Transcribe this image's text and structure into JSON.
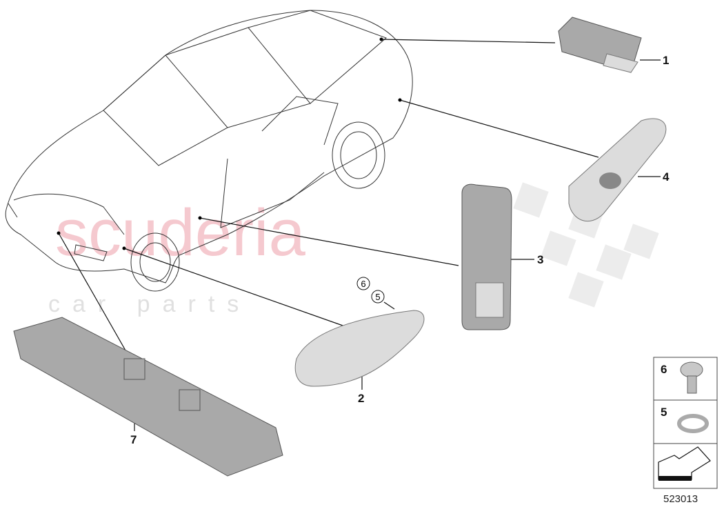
{
  "watermark": {
    "brand": "scuderia",
    "sub": "car parts"
  },
  "callouts": [
    {
      "number": "1",
      "part": "licence-plate-light"
    },
    {
      "number": "2",
      "part": "side-marker-light"
    },
    {
      "number": "3",
      "part": "door-entry-light"
    },
    {
      "number": "4",
      "part": "boot-light"
    },
    {
      "number": "5",
      "part": "washer"
    },
    {
      "number": "6",
      "part": "screw"
    },
    {
      "number": "7",
      "part": "grille-light-strip"
    }
  ],
  "legend": {
    "items": [
      {
        "number": "6",
        "icon": "torx-screw-icon"
      },
      {
        "number": "5",
        "icon": "washer-icon"
      }
    ],
    "arrow_icon": "arrow-left-down-icon"
  },
  "diagram_code": "523013"
}
